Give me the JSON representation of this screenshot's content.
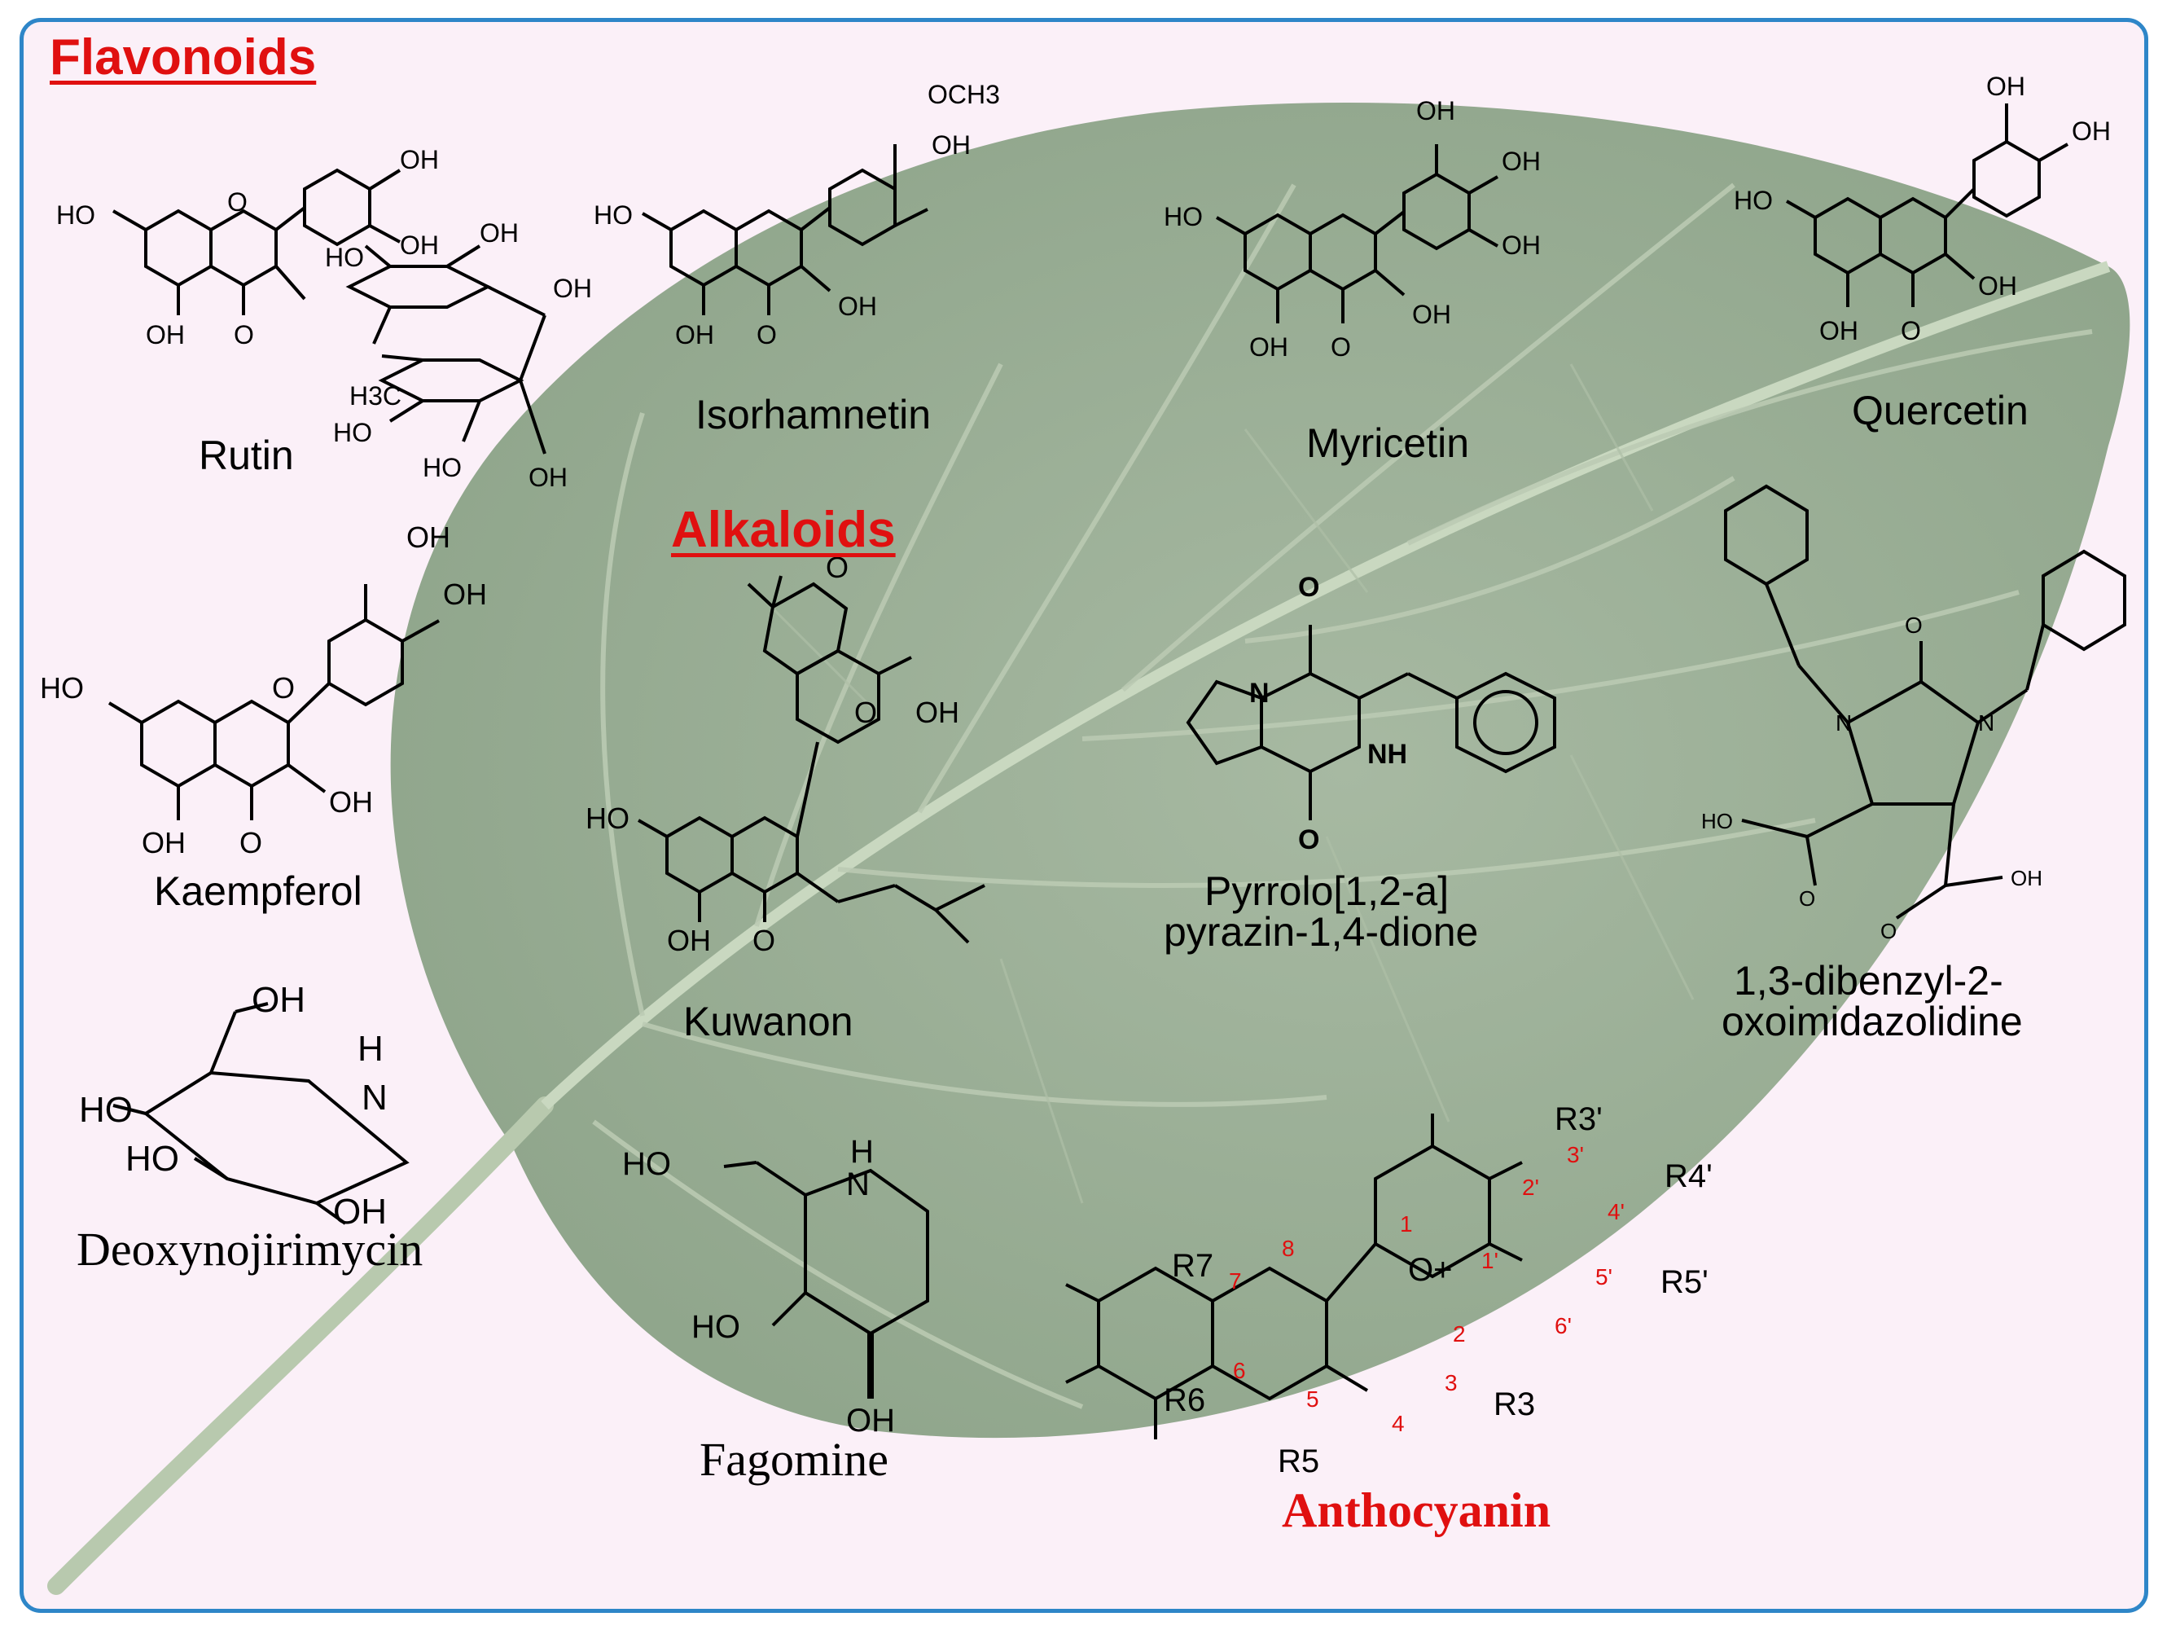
{
  "sections": {
    "flavonoids": "Flavonoids",
    "alkaloids": "Alkaloids"
  },
  "compounds": {
    "rutin": "Rutin",
    "isorhamnetin": "Isorhamnetin",
    "myricetin": "Myricetin",
    "quercetin": "Quercetin",
    "kaempferol": "Kaempferol",
    "deoxynojirimycin": "Deoxynojirimycin",
    "kuwanon": "Kuwanon",
    "fagomine": "Fagomine",
    "pyrrolo_line1": "Pyrrolo[1,2-a]",
    "pyrrolo_line2": "pyrazin-1,4-dione",
    "dibenzyl_line1": "1,3-dibenzyl-2-",
    "dibenzyl_line2": "oxoimidazolidine",
    "anthocyanin": "Anthocyanin"
  },
  "atoms": {
    "oh": "OH",
    "ho": "HO",
    "o": "O",
    "och3": "OCH3",
    "h3c": "H3C",
    "n": "N",
    "nh": "NH",
    "h": "H",
    "o_plus": "O+"
  },
  "substituents": [
    "R3'",
    "R4'",
    "R5'",
    "R7",
    "R6",
    "R5",
    "R3"
  ],
  "ring_numbers": [
    "1",
    "2",
    "3",
    "4",
    "5",
    "6",
    "7",
    "8",
    "1'",
    "2'",
    "3'",
    "4'",
    "5'",
    "6'"
  ],
  "colors": {
    "frame": "#2e86c8",
    "background": "#fbf0f8",
    "leaf": "#9fb39a",
    "heading": "#e01010",
    "numbering": "#e01010"
  }
}
